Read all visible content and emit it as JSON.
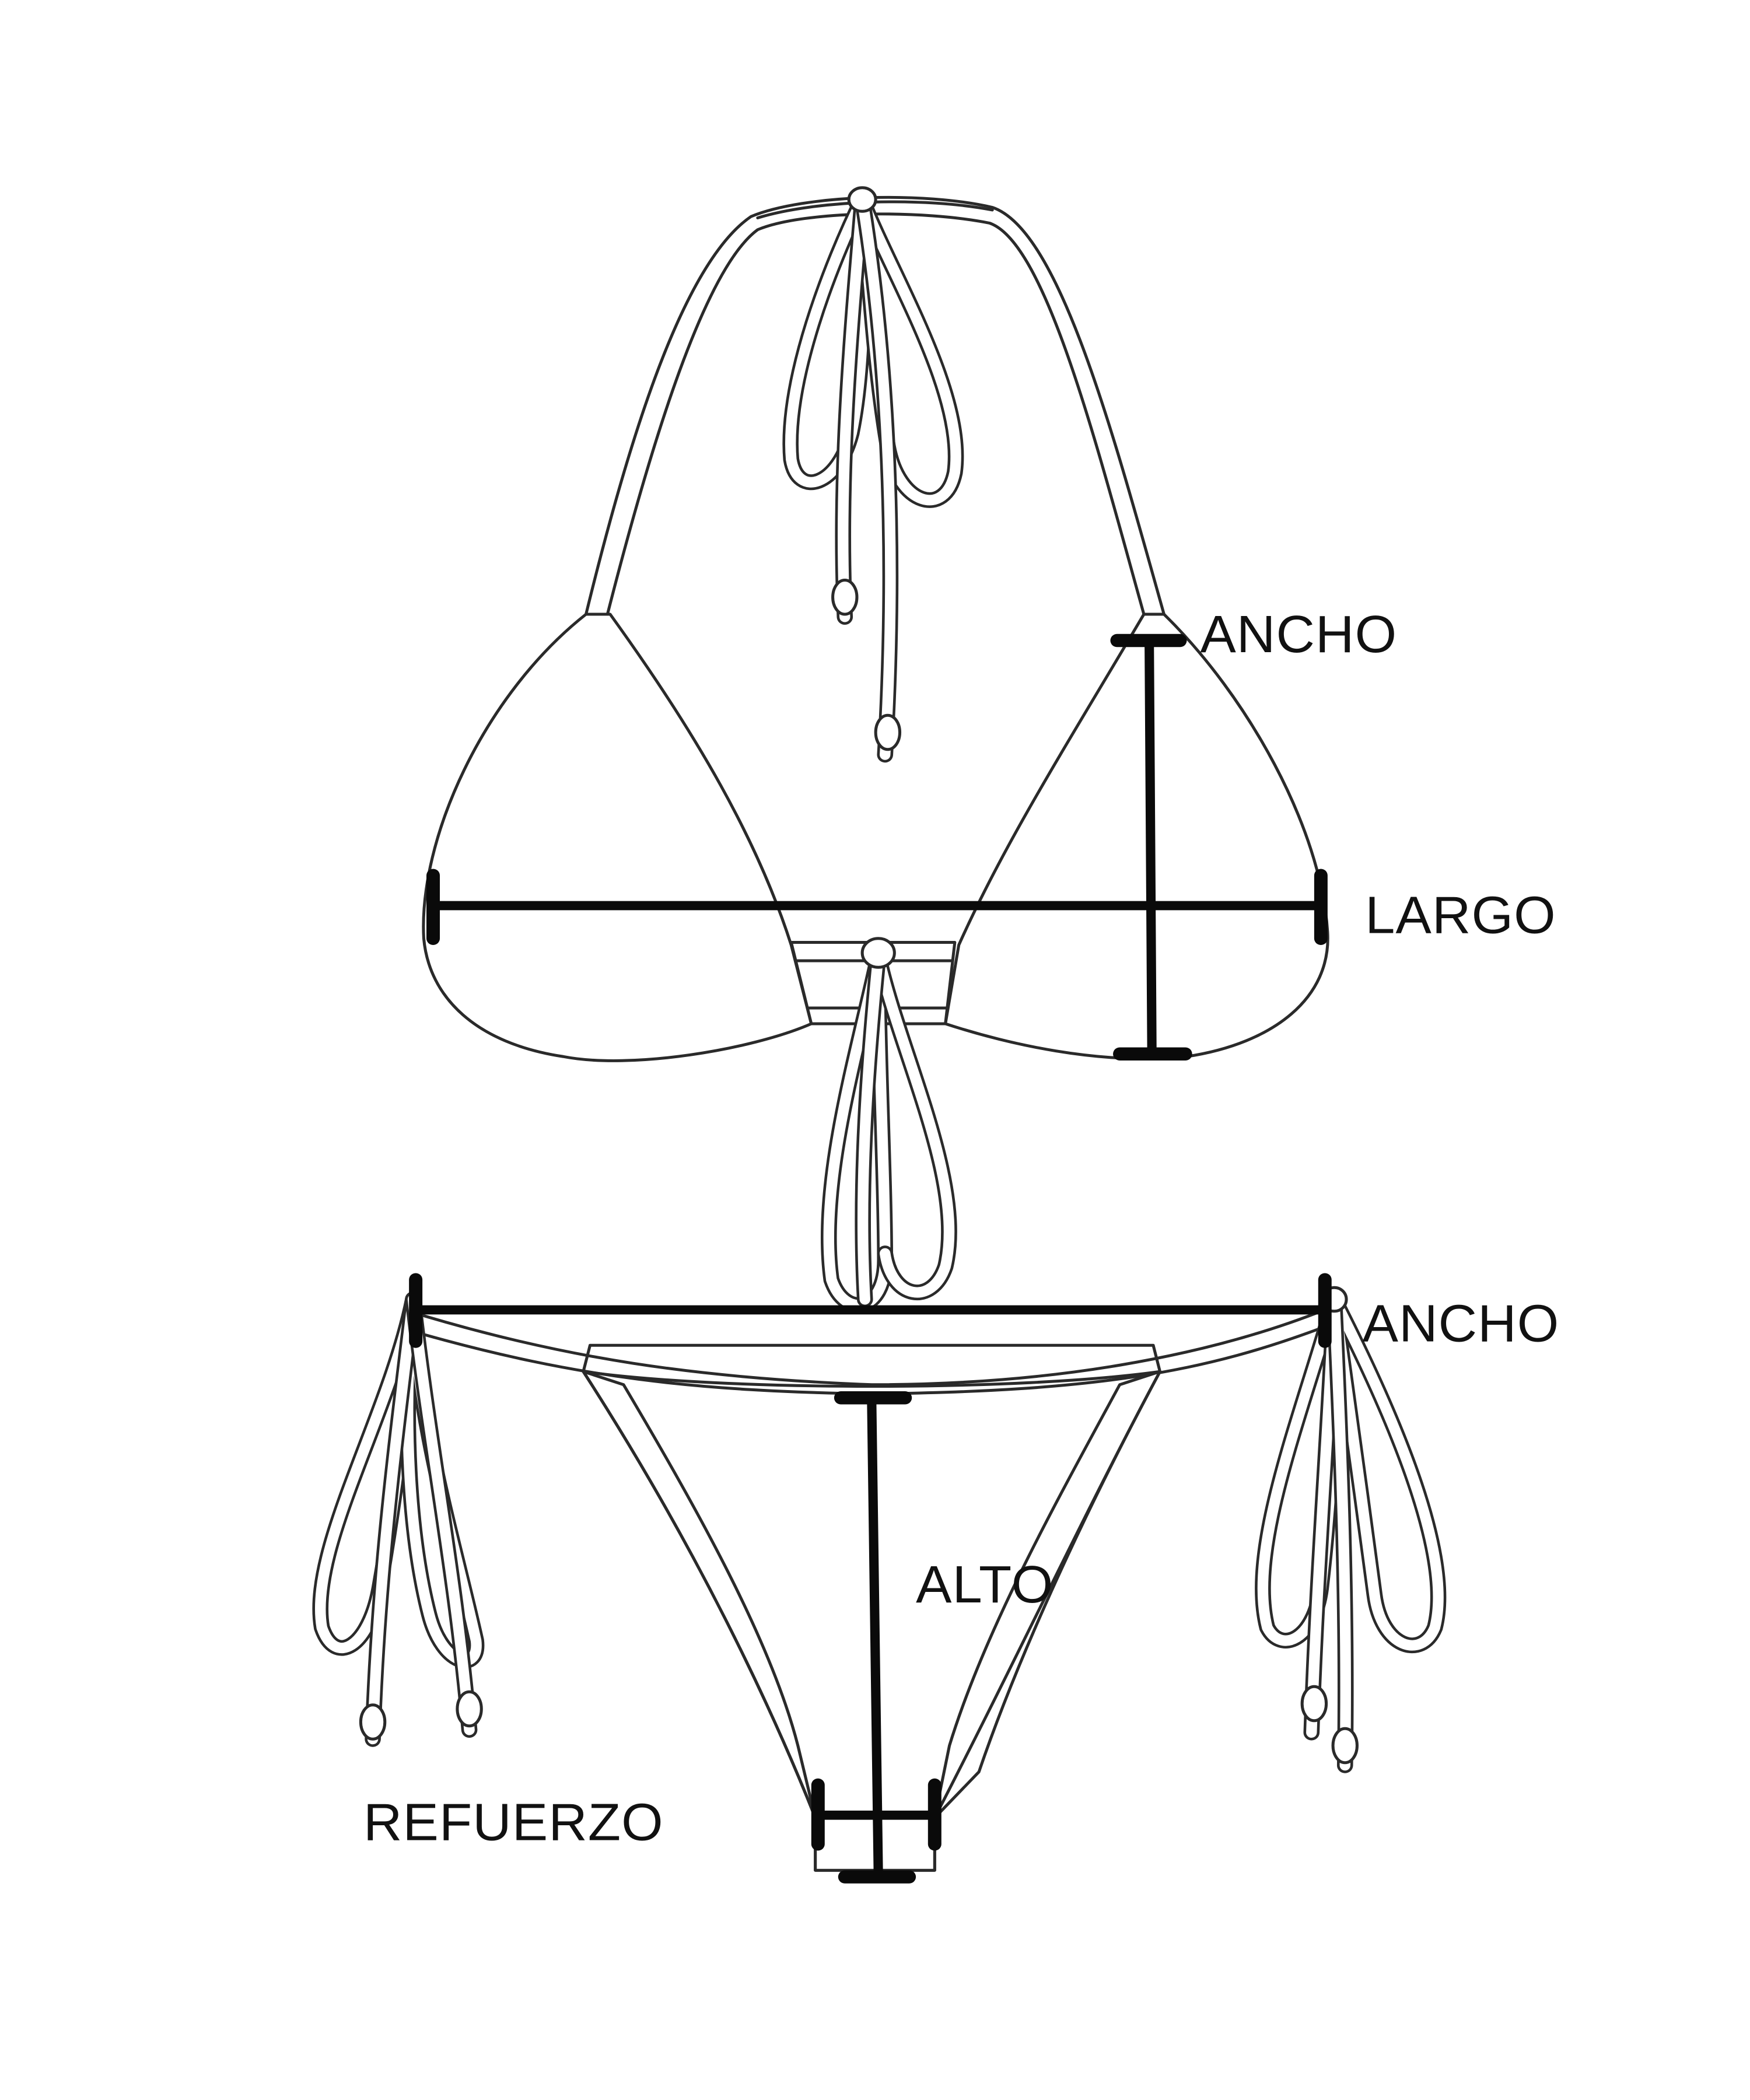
{
  "labels": {
    "top_width": "ANCHO",
    "top_length": "LARGO",
    "bottom_width": "ANCHO",
    "bottom_height": "ALTO",
    "reinforcement": "REFUERZO"
  },
  "colors": {
    "background": "#ffffff",
    "outline": "#2a2a2a",
    "measure": "#0a0a0a",
    "text": "#111111"
  },
  "icons": {
    "top": "bikini-top-outline",
    "bottom": "bikini-bottom-outline"
  }
}
